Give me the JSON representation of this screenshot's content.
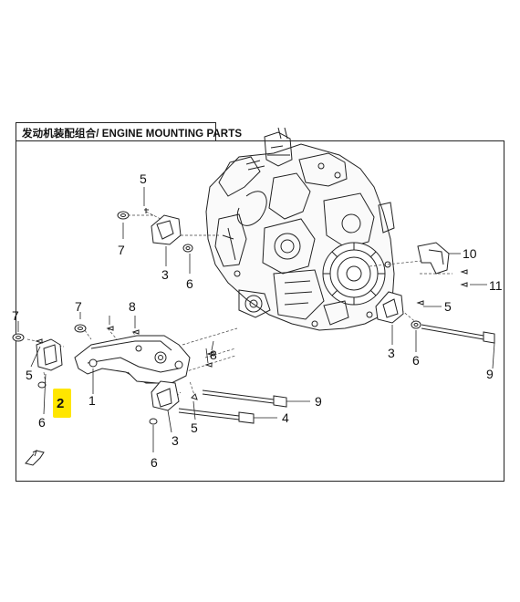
{
  "title": "发动机装配组合/ ENGINE MOUNTING PARTS",
  "highlight_color": "#ffe600",
  "highlighted_callout": "2",
  "callouts": {
    "c5a": "5",
    "c7a": "7",
    "c3a": "3",
    "c6a": "6",
    "c10": "10",
    "c11": "11",
    "c5b": "5",
    "c3b": "3",
    "c6b": "6",
    "c9a": "9",
    "c7b": "7",
    "c8a": "8",
    "c7c": "7",
    "c5c": "5",
    "c2": "2",
    "c6c": "6",
    "c1": "1",
    "c8b": "8",
    "c9b": "9",
    "c4": "4",
    "c5d": "5",
    "c3c": "3",
    "c6d": "6"
  }
}
